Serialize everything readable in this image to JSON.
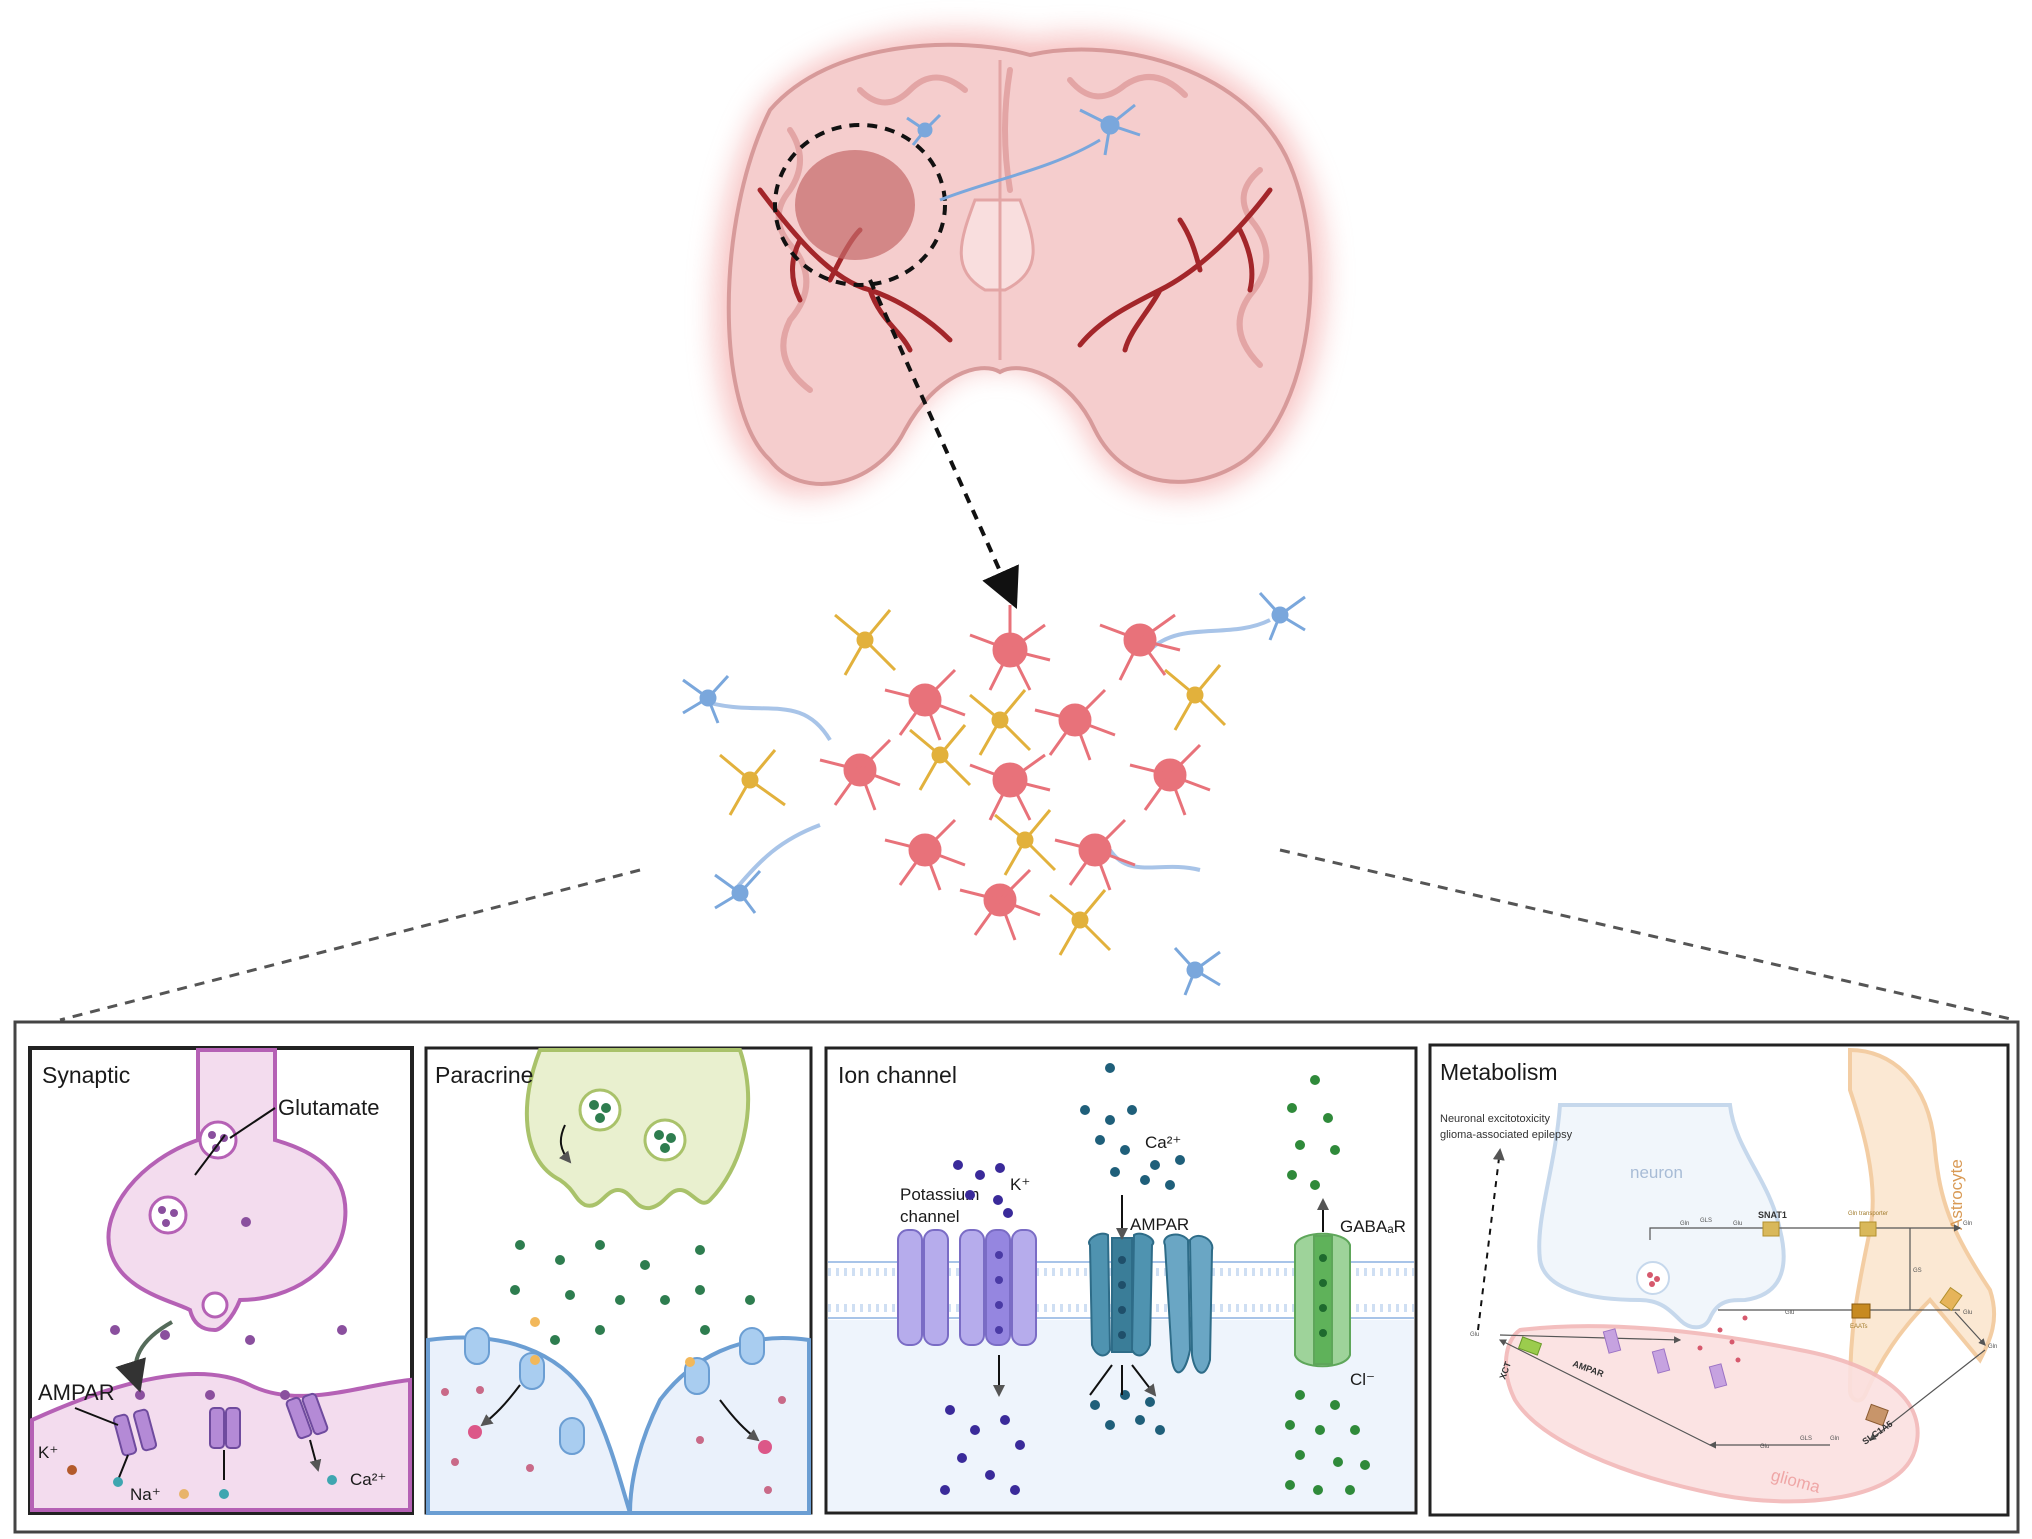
{
  "panels": {
    "synaptic": {
      "title": "Synaptic",
      "labels": {
        "glutamate": "Glutamate",
        "ampar": "AMPAR",
        "k": "K⁺",
        "na": "Na⁺",
        "ca": "Ca²⁺"
      }
    },
    "paracrine": {
      "title": "Paracrine"
    },
    "ion_channel": {
      "title": "Ion channel",
      "labels": {
        "potassium_1": "Potassium",
        "potassium_2": "channel",
        "k": "K⁺",
        "ca": "Ca²⁺",
        "ampar": "AMPAR",
        "gabaar": "GABAₐR",
        "cl": "Cl⁻"
      }
    },
    "metabolism": {
      "title": "Metabolism",
      "labels": {
        "note_1": "Neuronal excitotoxicity",
        "note_2": "glioma-associated epilepsy",
        "neuron": "neuron",
        "astrocyte": "Astrocyte",
        "glioma": "glioma",
        "snat1": "SNAT1",
        "ampar": "AMPAR",
        "xct": "XCT",
        "slc1a5": "SLC1A5",
        "gln_transporter": "Gln transporter",
        "eaats": "EAATs",
        "gls": "GLS",
        "gs": "GS",
        "gln": "Gln",
        "glu": "Glu"
      }
    }
  },
  "colors": {
    "brain_tissue": "#f3c9c9",
    "glow": "#f08a8a",
    "vessel": "#a3262a",
    "neuron_blue": "#7aa7dc",
    "glioma_cell": "#e8727a",
    "astro_yellow": "#e2b13c",
    "synapse_purple": "#b561b5",
    "paracrine_green": "#b9d27a",
    "metabolism_orange": "#f2c594"
  }
}
